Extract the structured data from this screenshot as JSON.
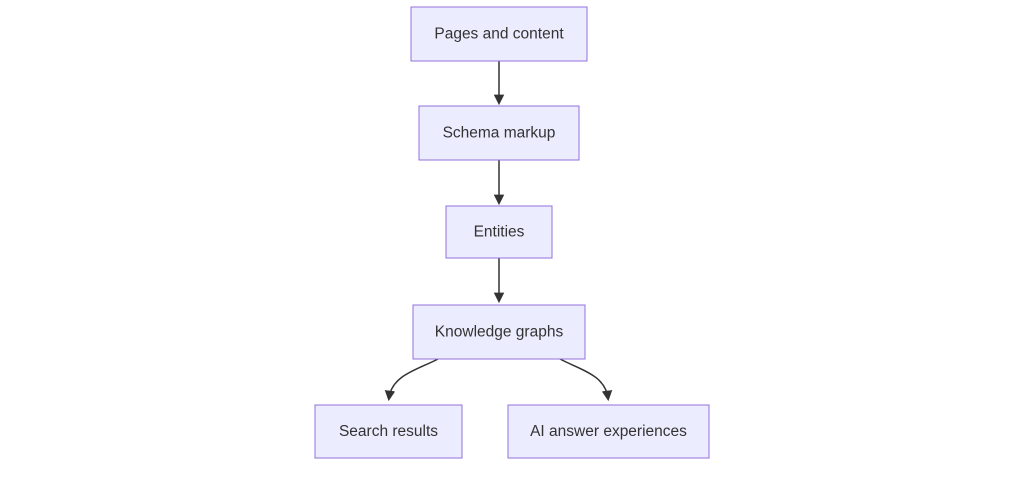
{
  "diagram": {
    "type": "flowchart",
    "direction": "top-down",
    "colors": {
      "background": "#FFFFFF",
      "node_fill": "#ECECFF",
      "node_border": "#9370DB",
      "edge": "#333333",
      "text": "#333333"
    },
    "nodes": [
      {
        "id": "pages",
        "label": "Pages and content"
      },
      {
        "id": "schema",
        "label": "Schema markup"
      },
      {
        "id": "entities",
        "label": "Entities"
      },
      {
        "id": "knowledge",
        "label": "Knowledge graphs"
      },
      {
        "id": "search",
        "label": "Search results"
      },
      {
        "id": "ai",
        "label": "AI answer experiences"
      }
    ],
    "edges": [
      {
        "from": "Pages and content",
        "to": "Schema markup"
      },
      {
        "from": "Schema markup",
        "to": "Entities"
      },
      {
        "from": "Entities",
        "to": "Knowledge graphs"
      },
      {
        "from": "Knowledge graphs",
        "to": "Search results"
      },
      {
        "from": "Knowledge graphs",
        "to": "AI answer experiences"
      }
    ]
  }
}
